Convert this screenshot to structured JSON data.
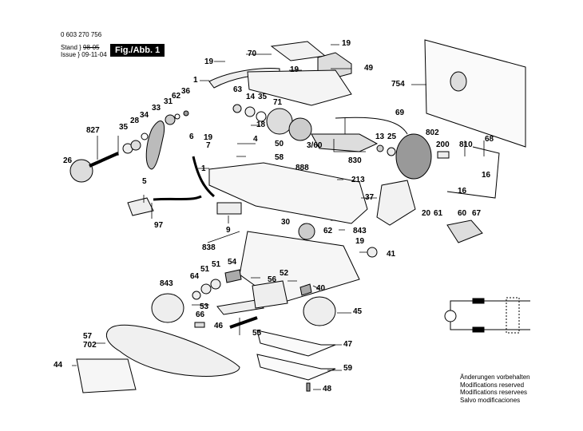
{
  "header": {
    "part_number": "0 603 270 756",
    "stand_label": "Stand",
    "stand_value": "98-05",
    "issue_label": "Issue",
    "issue_value": "09-11-04",
    "figure_label": "Fig./Abb. 1"
  },
  "footer_note": {
    "lines": [
      "Änderungen vorbehalten",
      "Modifications reserved",
      "Modifications reservees",
      "Salvo modificaciones"
    ]
  },
  "callouts": {
    "c19a": "19",
    "c70": "70",
    "c19b": "19",
    "c49": "49",
    "c19c": "19",
    "c1a": "1",
    "c754": "754",
    "c63": "63",
    "c14": "14",
    "c35a": "35",
    "c71": "71",
    "c36": "36",
    "c62a": "62",
    "c31": "31",
    "c33": "33",
    "c34": "34",
    "c28": "28",
    "c35b": "35",
    "c827": "827",
    "c69": "69",
    "c18": "18",
    "c4": "4",
    "c50": "50",
    "c58": "58",
    "c6": "6",
    "c19d": "19",
    "c7": "7",
    "c360": "3/60",
    "c13": "13",
    "c25": "25",
    "c802": "802",
    "c200": "200",
    "c810": "810",
    "c68": "68",
    "c830": "830",
    "c26": "26",
    "c1b": "1",
    "c888": "888",
    "c213": "213",
    "c16a": "16",
    "c16b": "16",
    "c5": "5",
    "c37": "37",
    "c97": "97",
    "c9": "9",
    "c30": "30",
    "c62b": "62",
    "c843a": "843",
    "c20": "20",
    "c61": "61",
    "c60": "60",
    "c67": "67",
    "c838": "838",
    "c19e": "19",
    "c41": "41",
    "c54": "54",
    "c51a": "51",
    "c51b": "51",
    "c52": "52",
    "c64": "64",
    "c56": "56",
    "c40": "40",
    "c843b": "843",
    "c53": "53",
    "c45": "45",
    "c66": "66",
    "c46": "46",
    "c55": "55",
    "c57": "57",
    "c702": "702",
    "c47": "47",
    "c44": "44",
    "c59": "59",
    "c48": "48"
  }
}
